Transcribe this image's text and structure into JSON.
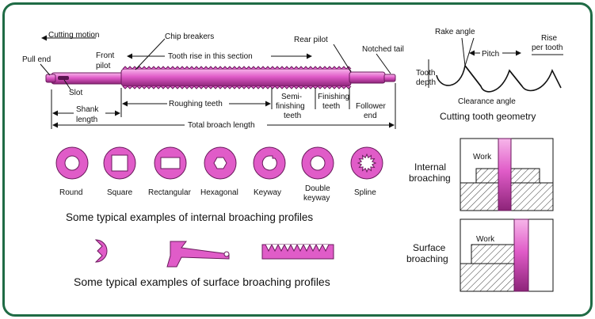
{
  "colors": {
    "frame": "#1f6b45",
    "part": "#e05cc8",
    "part_dark": "#9b2a86",
    "ink": "#111111"
  },
  "broach": {
    "cutting_motion": "Cutting motion",
    "pull_end": "Pull end",
    "front_pilot": [
      "Front",
      "pilot"
    ],
    "slot": "Slot",
    "chip_breakers": "Chip breakers",
    "tooth_rise": "Tooth rise in this section",
    "rear_pilot": "Rear pilot",
    "notched_tail": "Notched tail",
    "shank_length": [
      "Shank",
      "length"
    ],
    "roughing_teeth": "Roughing teeth",
    "semi_finishing": [
      "Semi-",
      "finishing",
      "teeth"
    ],
    "finishing": [
      "Finishing",
      "teeth"
    ],
    "follower_end": [
      "Follower",
      "end"
    ],
    "total_length": "Total broach length"
  },
  "tooth_geometry": {
    "rake_angle": "Rake angle",
    "rise": [
      "Rise",
      "per tooth"
    ],
    "pitch": "Pitch",
    "tooth_depth": [
      "Tooth",
      "depth"
    ],
    "clearance_angle": "Clearance angle",
    "caption": "Cutting tooth geometry"
  },
  "internal_profiles": {
    "labels": [
      "Round",
      "Square",
      "Rectangular",
      "Hexagonal",
      "Keyway",
      "Double",
      "keyway",
      "Spline"
    ],
    "caption": "Some typical  examples of internal broaching profiles"
  },
  "surface_profiles": {
    "caption": "Some typical  examples of surface broaching profiles"
  },
  "internal_broaching": {
    "label": [
      "Internal",
      "broaching"
    ],
    "work": "Work"
  },
  "surface_broaching": {
    "label": [
      "Surface",
      "broaching"
    ],
    "work": "Work"
  }
}
